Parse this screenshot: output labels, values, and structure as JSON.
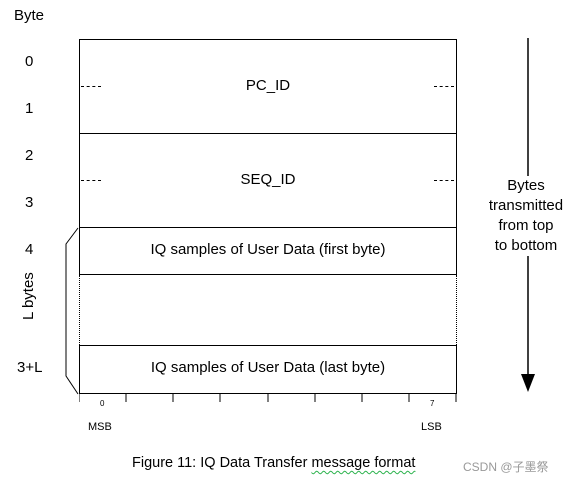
{
  "byte_header": "Byte",
  "byte_numbers": [
    "0",
    "1",
    "2",
    "3",
    "4",
    "3+L"
  ],
  "rows": {
    "pc_id": "PC_ID",
    "seq_id": "SEQ_ID",
    "first": "IQ samples of User Data (first byte)",
    "last": "IQ samples of User Data (last byte)"
  },
  "l_bytes_label": "L bytes",
  "bit_labels": {
    "first": "0",
    "last": "7"
  },
  "msb": "MSB",
  "lsb": "LSB",
  "right_note": [
    "Bytes",
    "transmitted",
    "from top",
    "to bottom"
  ],
  "caption": {
    "prefix": "Figure 11: IQ Data Transfer ",
    "underlined": "message format"
  },
  "watermark": "CSDN @子墨祭",
  "colors": {
    "line": "#000000",
    "wavy_underline": "#2bb24c",
    "watermark": "#999999"
  }
}
